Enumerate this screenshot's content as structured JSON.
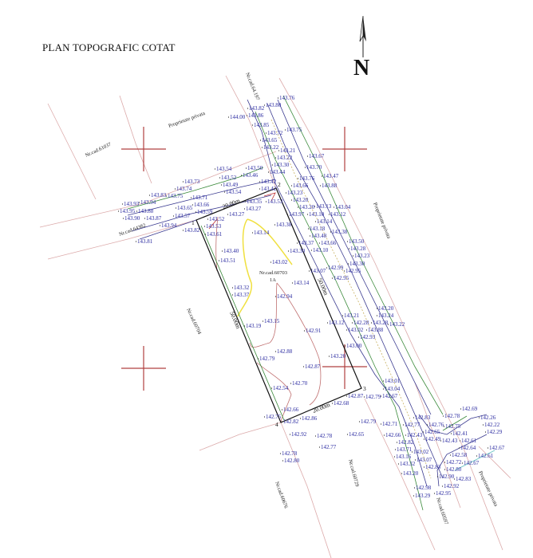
{
  "title": "PLAN TOPOGRAFIC COTAT",
  "north_label": "N",
  "parcel": {
    "cadastral": "Nr.cad.60703",
    "lot": "1A",
    "corners": [
      "1",
      "2",
      "3",
      "4"
    ],
    "dim_top": "20.00m",
    "dim_right": "50.00m",
    "dim_left": "50.00m",
    "dim_bottom": "20.00m"
  },
  "labels": {
    "street_top": "Nr.cad.64.197",
    "private_top": "Proprietate privata",
    "cad_61037": "Nr.cad.61037",
    "cad_left": "Nr.cad.64382",
    "private_right": "Proprietate privata",
    "cad_60704": "Nr.cad.60704",
    "cad_60676": "Nr.cad.60676",
    "cad_60729": "Nr.cad.60729",
    "cad_bottom_right": "Nr.cad.60597",
    "private_bottom_right": "Proprietate privata"
  },
  "colors": {
    "elevation_text": "#2a2aa0",
    "boundary": "#d9a0a0",
    "parcel": "#111111",
    "contour_yellow": "#f0e040",
    "contour_red": "#c06060",
    "grid_cross": "#b04040"
  },
  "elevations": [
    "143.76",
    "143.80",
    "143.82",
    "143.86",
    "144.00",
    "143.85",
    "143.72",
    "143.75",
    "143.65",
    "143.22",
    "143.21",
    "143.67",
    "143.22",
    "143.30",
    "143.54",
    "143.50",
    "143.46",
    "143.44",
    "143.70",
    "143.47",
    "143.52",
    "143.42",
    "143.73",
    "143.74",
    "143.49",
    "143.76",
    "143.66",
    "143.88",
    "143.75",
    "143.42",
    "143.54",
    "143.23",
    "143.83",
    "143.94",
    "143.71",
    "143.20",
    "143.93",
    "143.66",
    "143.35",
    "143.53",
    "143.20",
    "143.95",
    "143.65",
    "143.27",
    "143.27",
    "143.13",
    "143.04",
    "143.90",
    "143.59",
    "143.10",
    "143.12",
    "143.88",
    "143.57",
    "143.52",
    "143.14",
    "143.97",
    "143.18",
    "143.87",
    "143.94",
    "143.82",
    "143.53",
    "143.38",
    "143.81",
    "143.61",
    "143.14",
    "143.48",
    "143.38",
    "143.40",
    "143.51",
    "143.30",
    "143.02",
    "143.37",
    "143.66",
    "143.10",
    "143.50",
    "143.28",
    "143.23",
    "143.30",
    "143.07",
    "142.99",
    "142.95",
    "142.95",
    "143.14",
    "143.32",
    "143.37",
    "142.94",
    "143.20",
    "143.24",
    "143.28",
    "143.22",
    "143.21",
    "143.88",
    "142.28",
    "142.93",
    "143.02",
    "143.12",
    "143.15",
    "143.19",
    "142.91",
    "143.00",
    "142.88",
    "142.79",
    "143.20",
    "142.87",
    "143.01",
    "143.04",
    "142.67",
    "142.70",
    "142.54",
    "142.87",
    "142.79",
    "142.68",
    "142.66",
    "142.86",
    "142.75",
    "142.82",
    "142.79",
    "142.71",
    "142.83",
    "142.69",
    "142.78",
    "142.26",
    "142.76",
    "142.75",
    "142.22",
    "142.77",
    "142.65",
    "142.41",
    "142.29",
    "142.92",
    "142.78",
    "142.65",
    "142.66",
    "142.43",
    "142.49",
    "142.43",
    "142.61",
    "142.82",
    "142.64",
    "142.77",
    "143.71",
    "142.67",
    "143.02",
    "142.58",
    "143.16",
    "142.72",
    "142.61",
    "142.78",
    "142.80",
    "143.32",
    "143.07",
    "142.67",
    "142.83",
    "142.80",
    "142.90",
    "143.20",
    "142.83",
    "142.92",
    "142.95",
    "142.98",
    "143.29"
  ]
}
